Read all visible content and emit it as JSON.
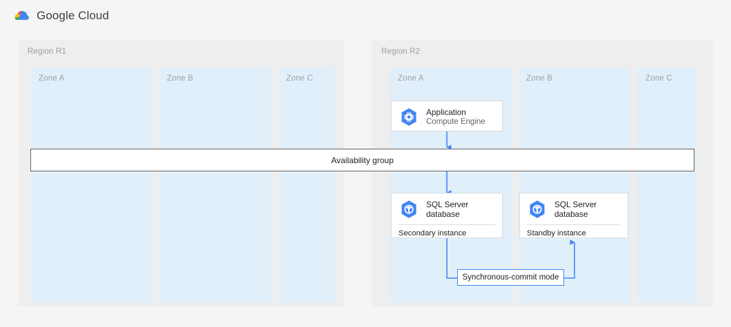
{
  "header": {
    "brand": "Google Cloud",
    "logo_icon": "google-cloud-logo-icon",
    "colors": {
      "red": "#EA4335",
      "yellow": "#FBBC05",
      "green": "#34A853",
      "blue": "#4285F4"
    }
  },
  "diagram": {
    "accent_blue": "#4285F4",
    "region_bg": "#EEEEEE",
    "zone_bg": "#E1EFFB",
    "page_bg": "#F5F5F5",
    "regions": [
      {
        "label": "Region R1",
        "zones": [
          {
            "label": "Zone A"
          },
          {
            "label": "Zone B"
          },
          {
            "label": "Zone C"
          }
        ]
      },
      {
        "label": "Region R2",
        "zones": [
          {
            "label": "Zone A"
          },
          {
            "label": "Zone B"
          },
          {
            "label": "Zone C"
          }
        ]
      }
    ],
    "availability_group": {
      "label": "Availability group"
    },
    "cards": [
      {
        "id": "application",
        "icon": "compute-engine-icon",
        "title": "Application",
        "subtitle": "Compute Engine",
        "footer": ""
      },
      {
        "id": "sql-secondary",
        "icon": "sql-server-database-icon",
        "title": "SQL Server\ndatabase",
        "subtitle": "",
        "footer": "Secondary instance"
      },
      {
        "id": "sql-standby",
        "icon": "sql-server-database-icon",
        "title": "SQL Server\ndatabase",
        "subtitle": "",
        "footer": "Standby instance"
      }
    ],
    "connector_label": {
      "label": "Synchronous-commit mode"
    }
  }
}
